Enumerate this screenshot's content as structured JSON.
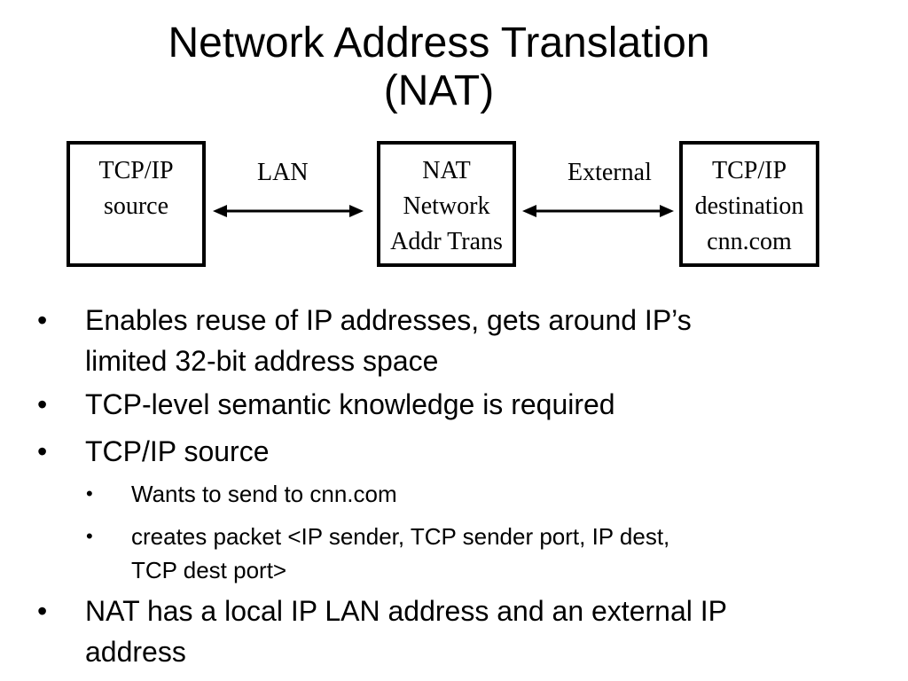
{
  "title": {
    "line1": "Network Address Translation",
    "line2": "(NAT)"
  },
  "diagram": {
    "source_box": {
      "lines": [
        "TCP/IP",
        "source"
      ]
    },
    "nat_box": {
      "lines": [
        "NAT",
        "Network",
        "Addr Trans"
      ]
    },
    "destination_box": {
      "lines": [
        "TCP/IP",
        "destination",
        "cnn.com"
      ]
    },
    "lan_label": "LAN",
    "external_label": "External"
  },
  "bullets": [
    {
      "level": 1,
      "lines": [
        "Enables reuse of IP addresses, gets around IP’s",
        "limited 32-bit address space"
      ]
    },
    {
      "level": 1,
      "lines": [
        "TCP-level semantic knowledge is required"
      ]
    },
    {
      "level": 1,
      "lines": [
        "TCP/IP source"
      ]
    },
    {
      "level": 2,
      "lines": [
        "Wants to send to cnn.com"
      ]
    },
    {
      "level": 2,
      "lines": [
        "creates packet <IP sender, TCP sender port, IP dest,",
        "TCP dest port>"
      ]
    },
    {
      "level": 1,
      "lines": [
        "NAT has a local IP LAN address and an external IP",
        "address"
      ]
    }
  ]
}
